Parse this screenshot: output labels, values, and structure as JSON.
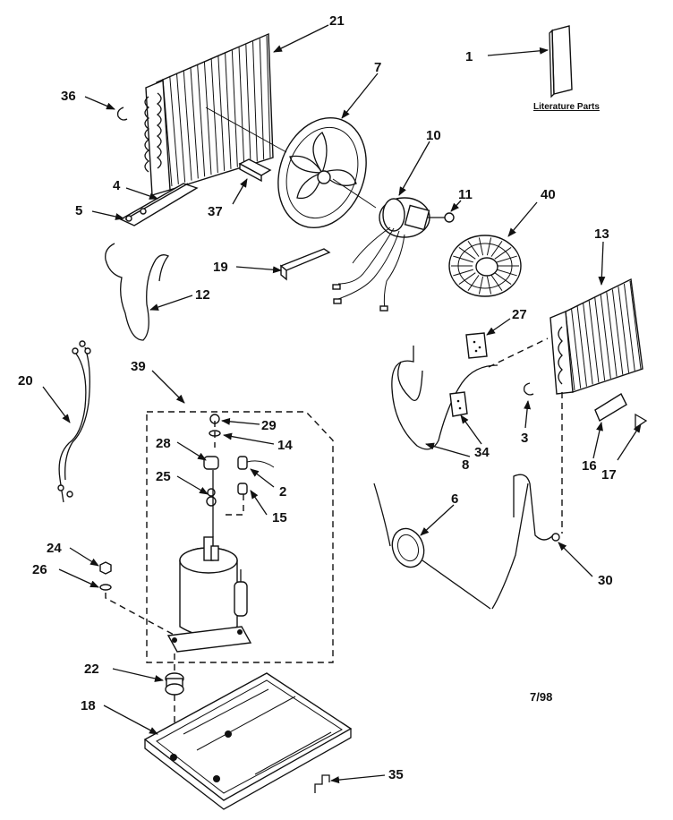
{
  "diagram": {
    "literature_label": "Literature Parts",
    "date_code": "7/98",
    "callouts": [
      {
        "id": "c1",
        "label": "1"
      },
      {
        "id": "c2",
        "label": "2"
      },
      {
        "id": "c3",
        "label": "3"
      },
      {
        "id": "c4",
        "label": "4"
      },
      {
        "id": "c5",
        "label": "5"
      },
      {
        "id": "c6",
        "label": "6"
      },
      {
        "id": "c7",
        "label": "7"
      },
      {
        "id": "c8",
        "label": "8"
      },
      {
        "id": "c10",
        "label": "10"
      },
      {
        "id": "c11",
        "label": "11"
      },
      {
        "id": "c12",
        "label": "12"
      },
      {
        "id": "c13",
        "label": "13"
      },
      {
        "id": "c14",
        "label": "14"
      },
      {
        "id": "c15",
        "label": "15"
      },
      {
        "id": "c16",
        "label": "16"
      },
      {
        "id": "c17",
        "label": "17"
      },
      {
        "id": "c18",
        "label": "18"
      },
      {
        "id": "c19",
        "label": "19"
      },
      {
        "id": "c20",
        "label": "20"
      },
      {
        "id": "c21",
        "label": "21"
      },
      {
        "id": "c22",
        "label": "22"
      },
      {
        "id": "c24",
        "label": "24"
      },
      {
        "id": "c25",
        "label": "25"
      },
      {
        "id": "c26",
        "label": "26"
      },
      {
        "id": "c27",
        "label": "27"
      },
      {
        "id": "c28",
        "label": "28"
      },
      {
        "id": "c29",
        "label": "29"
      },
      {
        "id": "c30",
        "label": "30"
      },
      {
        "id": "c34",
        "label": "34"
      },
      {
        "id": "c35",
        "label": "35"
      },
      {
        "id": "c36",
        "label": "36"
      },
      {
        "id": "c37",
        "label": "37"
      },
      {
        "id": "c39",
        "label": "39"
      },
      {
        "id": "c40",
        "label": "40"
      }
    ]
  }
}
